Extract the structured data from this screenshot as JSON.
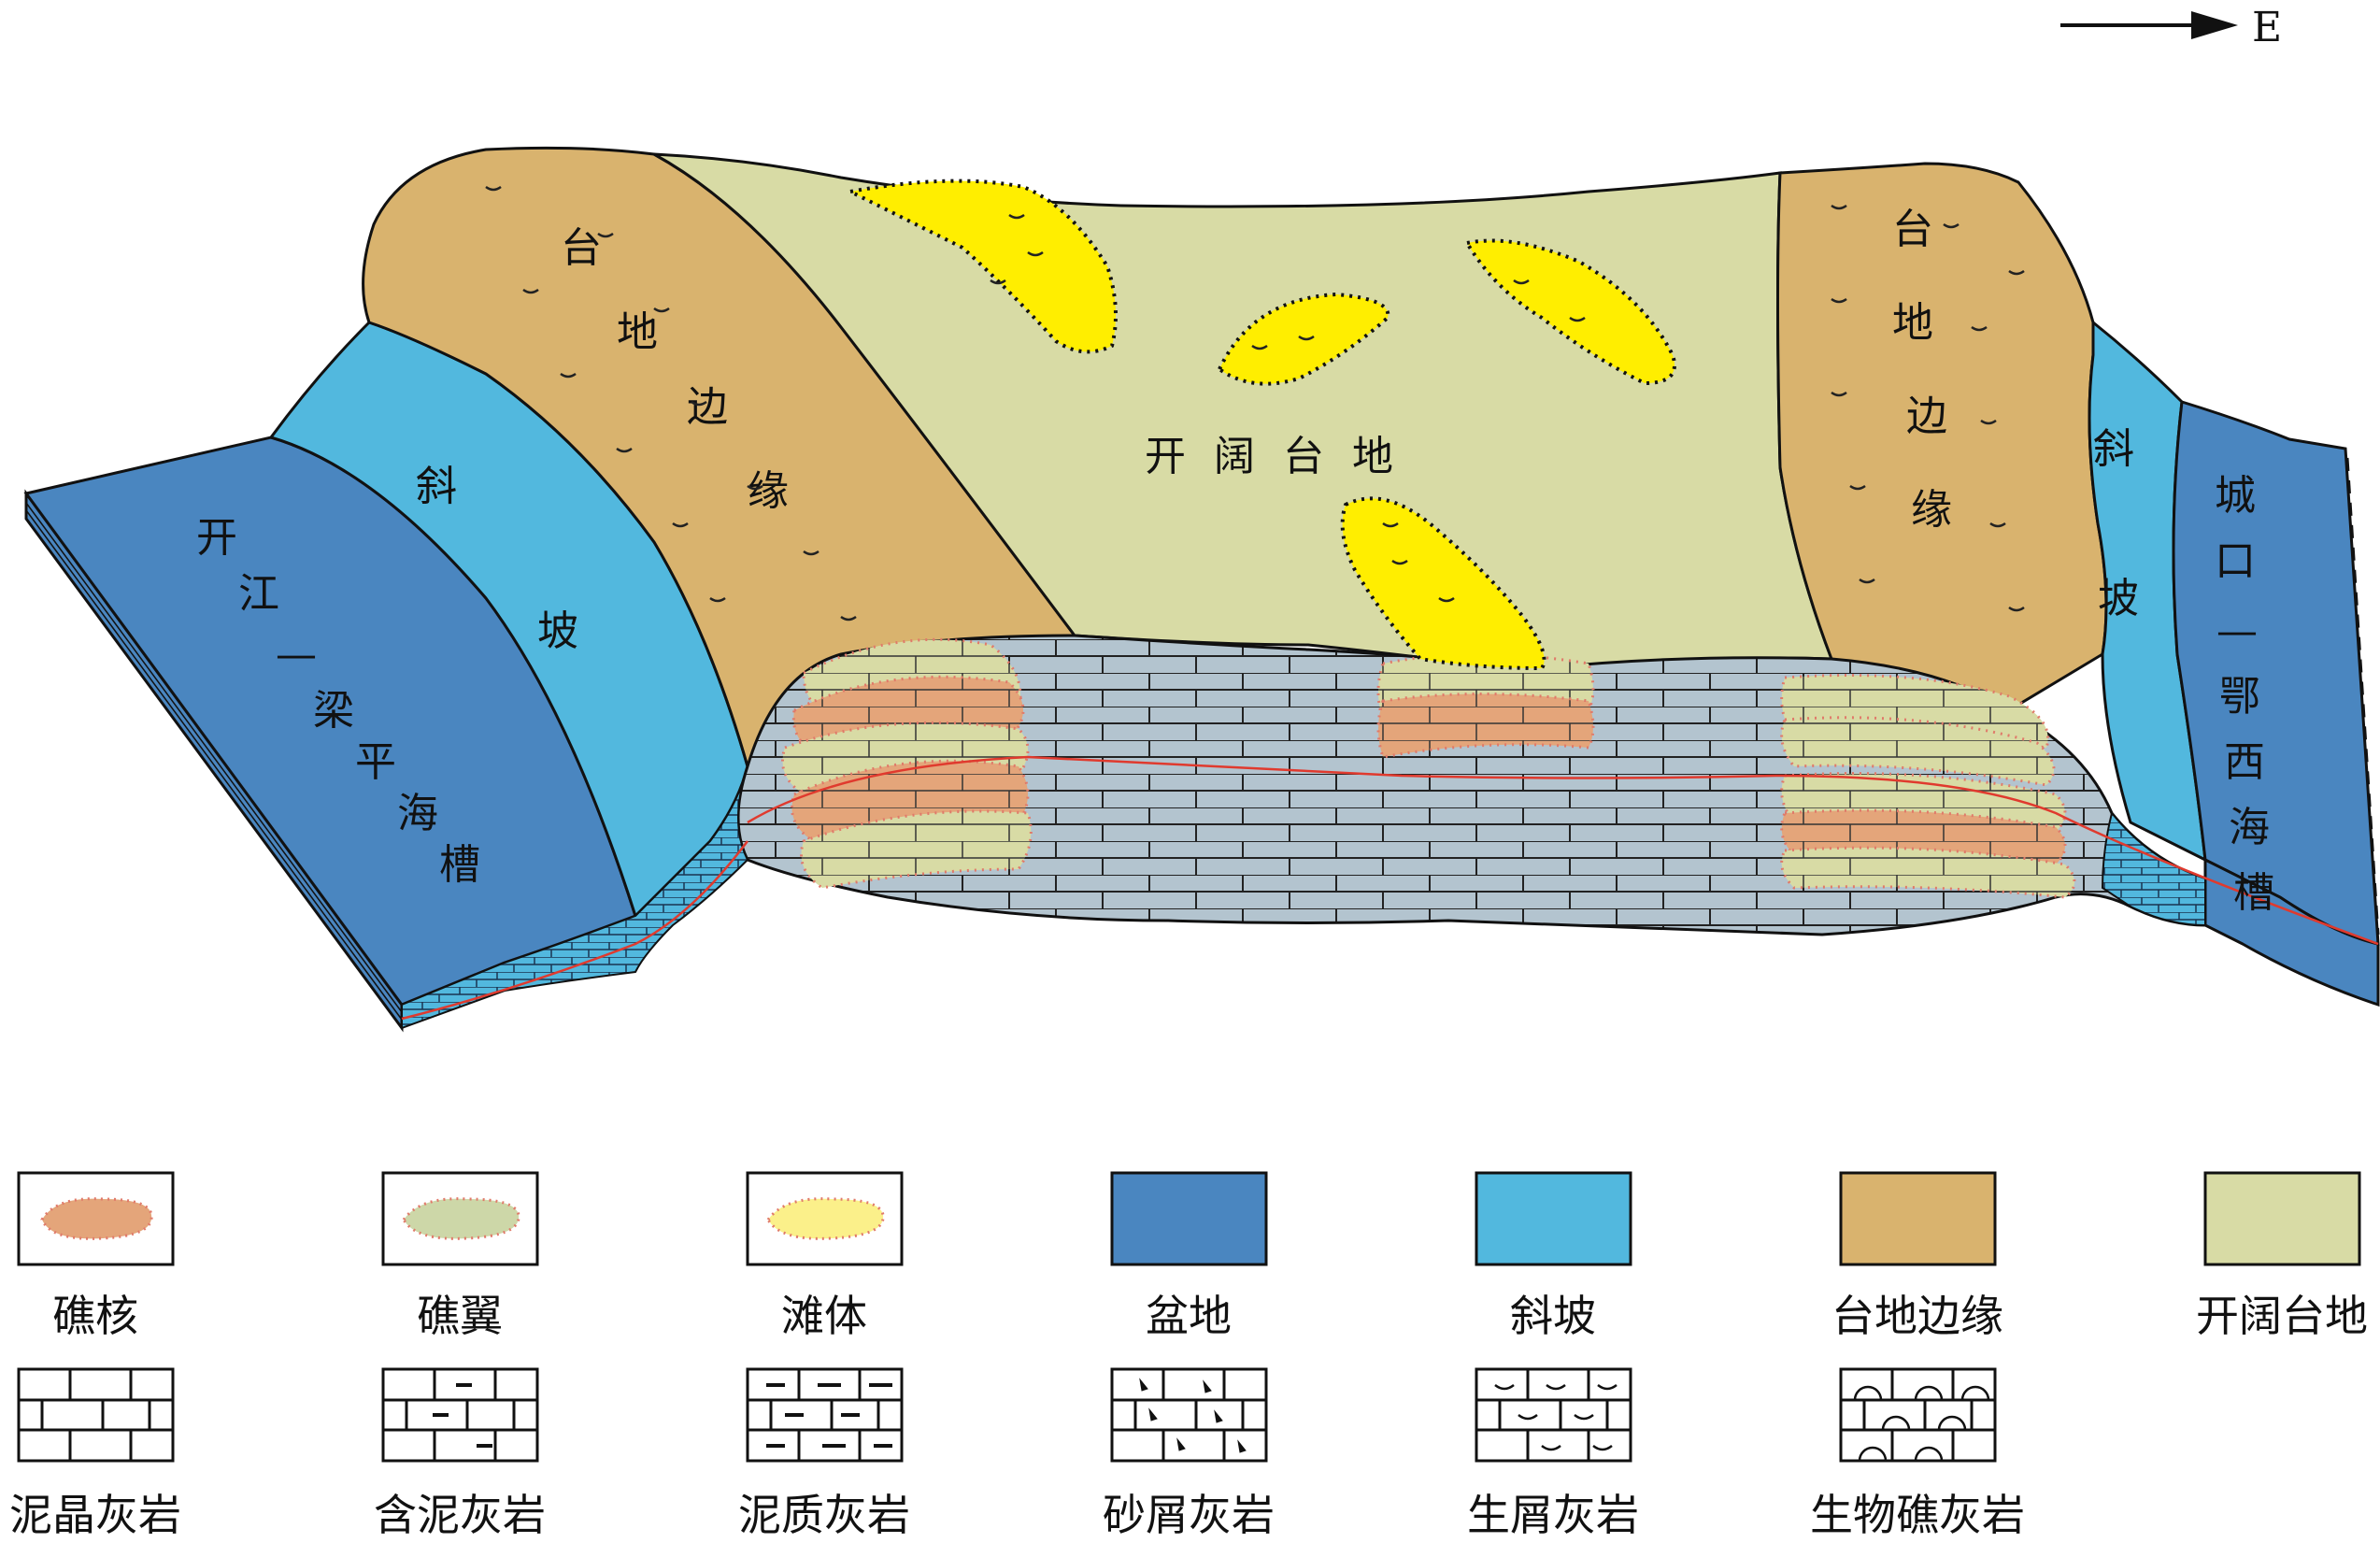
{
  "compass": {
    "label": "E"
  },
  "zones": {
    "open_platform": "开 阔 台 地",
    "west_margin": [
      "台",
      "地",
      "边",
      "缘"
    ],
    "east_margin": [
      "台",
      "地",
      "边",
      "缘"
    ],
    "west_slope": [
      "斜",
      "坡"
    ],
    "east_slope": [
      "斜",
      "坡"
    ],
    "west_trough": [
      "开",
      "江",
      "—",
      "梁",
      "平",
      "海",
      "槽"
    ],
    "east_trough": [
      "城",
      "口",
      "—",
      "鄂",
      "西",
      "海",
      "槽"
    ]
  },
  "colors": {
    "basin": "#4a86c0",
    "slope": "#52b8de",
    "margin": "#d9b36e",
    "open_platform": "#d8dba5",
    "shoal": "#ffee00",
    "reef_core": "#e4a57a",
    "reef_flank": "#cdd7a8",
    "limestone": "#b3c4cf",
    "outline_dots": "#e07a6a"
  },
  "legend_row1": [
    {
      "label": "礁核",
      "kind": "reef-core"
    },
    {
      "label": "礁翼",
      "kind": "reef-flank"
    },
    {
      "label": "滩体",
      "kind": "shoal"
    },
    {
      "label": "盆地",
      "kind": "basin"
    },
    {
      "label": "斜坡",
      "kind": "slope"
    },
    {
      "label": "台地边缘",
      "kind": "margin"
    },
    {
      "label": "开阔台地",
      "kind": "open-platform"
    }
  ],
  "legend_row2": [
    {
      "label": "泥晶灰岩",
      "kind": "micrite"
    },
    {
      "label": "含泥灰岩",
      "kind": "argillaceous-bearing"
    },
    {
      "label": "泥质灰岩",
      "kind": "argillaceous"
    },
    {
      "label": "砂屑灰岩",
      "kind": "calcarenite"
    },
    {
      "label": "生屑灰岩",
      "kind": "bioclastic"
    },
    {
      "label": "生物礁灰岩",
      "kind": "reef-limestone"
    }
  ]
}
